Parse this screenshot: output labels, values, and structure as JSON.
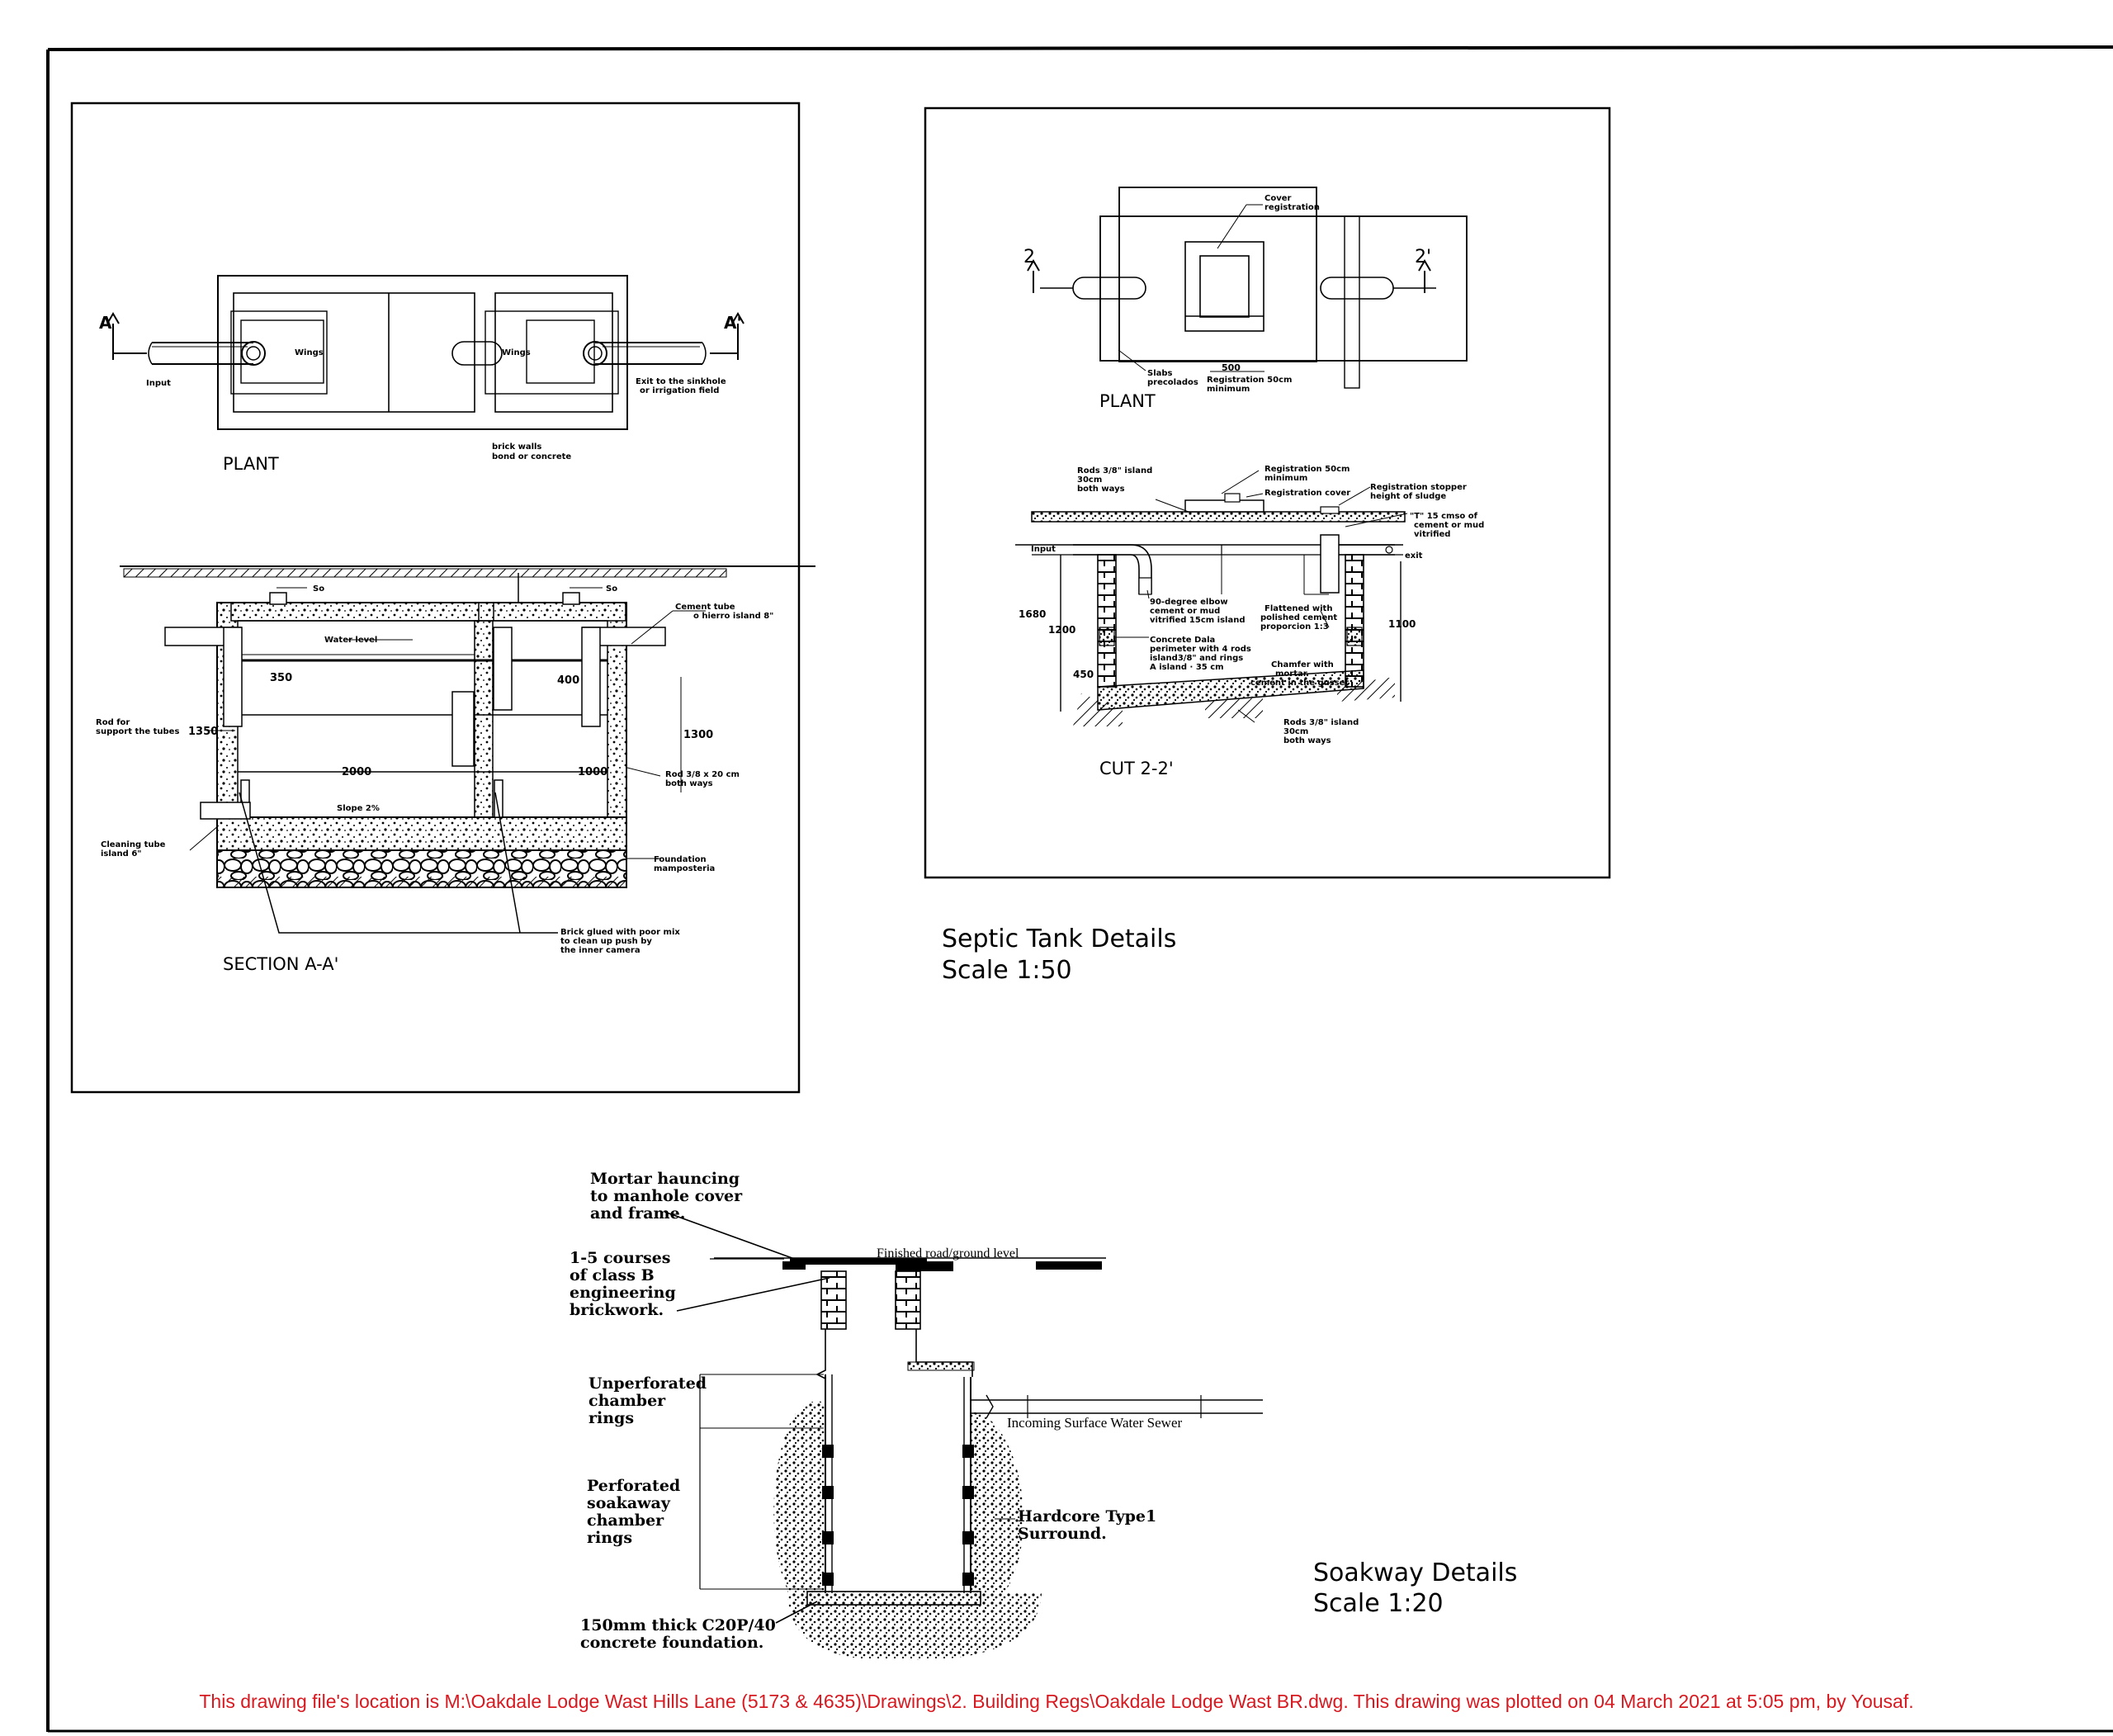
{
  "septic_section": {
    "plant": {
      "title": "PLANT",
      "marker_a": "A",
      "marker_a2": "A'",
      "input": "Input",
      "wings1": "Wings",
      "wings2": "Wings",
      "exit": [
        "Exit to the sinkhole",
        "or irrigation field"
      ],
      "walls": [
        "brick walls",
        "bond or concrete"
      ]
    },
    "section": {
      "title": "SECTION A-A'",
      "so1": "So",
      "so2": "So",
      "cement_tube": [
        "Cement tube",
        "o hierro island 8\""
      ],
      "water_level": "Water level",
      "d350": "350",
      "d400": "400",
      "rod_support": [
        "Rod for",
        "support the tubes"
      ],
      "d1350": "1350",
      "d1300": "1300",
      "d2000": "2000",
      "d1000": "1000",
      "rod38": [
        "Rod 3/8 x 20 cm",
        "both ways"
      ],
      "slope": "Slope 2%",
      "cleaning_tube": [
        "Cleaning tube",
        "island     6\""
      ],
      "foundation": [
        "Foundation",
        "mamposteria"
      ],
      "brick_glued": [
        "Brick glued with poor mix",
        "to clean up push by",
        "the inner camera"
      ]
    }
  },
  "right_panel": {
    "plant": {
      "title": "PLANT",
      "m2": "2",
      "m2p": "2'",
      "cover_reg": [
        "Cover",
        "registration"
      ],
      "slabs": [
        "Slabs",
        "precolados"
      ],
      "d500": "500",
      "reg50": [
        "Registration 50cm",
        "minimum"
      ]
    },
    "cut": {
      "title": "CUT 2-2'",
      "rods_top": [
        "Rods 3/8\" island",
        "30cm",
        "both ways"
      ],
      "reg50": [
        "Registration 50cm",
        "minimum"
      ],
      "reg_cover": "Registration cover",
      "reg_stopper": [
        "Registration stopper",
        "height of sludge"
      ],
      "t15": [
        "\"T\" 15 cmso of",
        "cement or mud",
        "vitrified"
      ],
      "input": "Input",
      "exit": "exit",
      "elbow": [
        "90-degree elbow",
        "cement or mud",
        "vitrified 15cm island"
      ],
      "flattened": [
        "Flattened with",
        "polished cement",
        "proporcion 1:3"
      ],
      "d1680": "1680",
      "d1200": "1200",
      "d1100": "1100",
      "d450": "450",
      "dala": [
        "Concrete Dala",
        "perimeter with 4 rods",
        "island3/8\" and rings",
        "A island · 35 cm"
      ],
      "chamfer": [
        "Chamfer with",
        "mortar",
        "cement in the gusset"
      ],
      "rods_bottom": [
        "Rods 3/8\" island",
        "30cm",
        "both ways"
      ]
    },
    "label": [
      "Septic Tank Details",
      "Scale 1:50"
    ]
  },
  "soakaway": {
    "mortar": [
      "Mortar hauncing",
      "to manhole cover",
      "and frame."
    ],
    "courses": [
      "1-5 courses",
      "of class B",
      "engineering",
      "brickwork."
    ],
    "road_level": "Finished road/ground level",
    "unperf": [
      "Unperforated",
      "chamber",
      "rings"
    ],
    "perf": [
      "Perforated",
      "soakaway",
      "chamber",
      "rings"
    ],
    "sewer": "Incoming Surface Water Sewer",
    "hardcore": [
      "Hardcore Type1",
      "Surround."
    ],
    "concrete": [
      "150mm thick C20P/40",
      "concrete foundation."
    ],
    "label": [
      "Soakway Details",
      "Scale 1:20"
    ]
  },
  "footer": "This drawing file's location is M:\\Oakdale Lodge Wast Hills Lane (5173 & 4635)\\Drawings\\2. Building Regs\\Oakdale Lodge Wast  BR.dwg. This drawing was plotted on 04 March 2021 at 5:05 pm, by Yousaf."
}
